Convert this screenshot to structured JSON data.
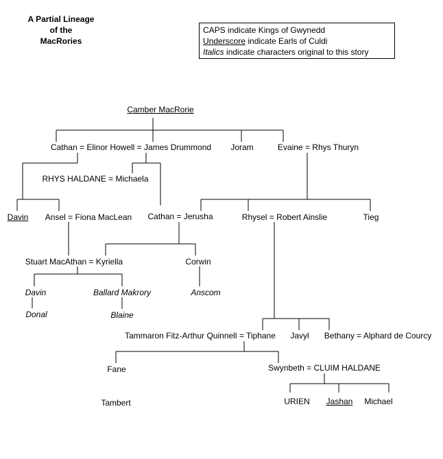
{
  "title": {
    "line1": "A Partial Lineage",
    "line2": "of the",
    "line3": "MacRories"
  },
  "legend": {
    "caps_word": "CAPS",
    "caps_text": " indicate Kings of Gwynedd",
    "underscore_word": "Underscore",
    "underscore_text": " indicate Earls of Culdi",
    "italics_word": "Italics",
    "italics_text": " indicate characters original to this story"
  },
  "people": {
    "camber": "Camber MacRorie",
    "cathan_elinor_james": "Cathan = Elinor Howell = James Drummond",
    "joram": "Joram",
    "evaine_rhys": "Evaine = Rhys Thuryn",
    "rhys_haldane_michaela": "RHYS HALDANE = Michaela",
    "davin_earl": "Davin",
    "ansel_fiona": "Ansel = Fiona MacLean",
    "cathan_jerusha": "Cathan = Jerusha",
    "rhysel_robert": "Rhysel  = Robert Ainslie",
    "tieg": "Tieg",
    "stuart_kyriella": "Stuart MacAthan = Kyriella",
    "corwin": "Corwin",
    "davin": "Davin",
    "ballard": "Ballard Makrory",
    "anscom": "Anscom",
    "donal": "Donal",
    "blaine": "Blaine",
    "tammaron_tiphane": "Tammaron Fitz-Arthur Quinnell = Tiphane",
    "javyl": "Javyl",
    "bethany_alphard": "Bethany = Alphard de Courcy",
    "fane": "Fane",
    "swynbeth_cluim": "Swynbeth = CLUIM HALDANE",
    "tambert": "Tambert",
    "urien": "URIEN",
    "jashan": "Jashan",
    "michael": "Michael"
  }
}
